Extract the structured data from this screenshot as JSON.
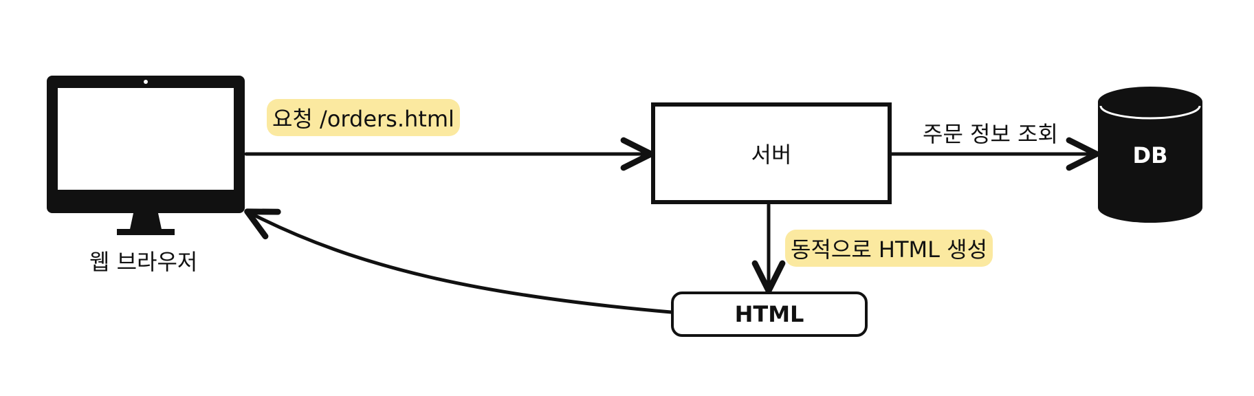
{
  "nodes": {
    "browser": {
      "label": "웹 브라우저",
      "icon": "monitor-icon"
    },
    "server": {
      "label": "서버"
    },
    "html_doc": {
      "label": "HTML"
    },
    "database": {
      "label": "DB",
      "icon": "database-cylinder-icon"
    }
  },
  "edges": {
    "request": {
      "label": "요청 /orders.html"
    },
    "query": {
      "label": "주문 정보 조회"
    },
    "generate": {
      "label": "동적으로 HTML 생성"
    },
    "response": {
      "label": ""
    }
  },
  "colors": {
    "highlight": "#fbe9a0",
    "stroke": "#111111",
    "background": "#ffffff"
  }
}
